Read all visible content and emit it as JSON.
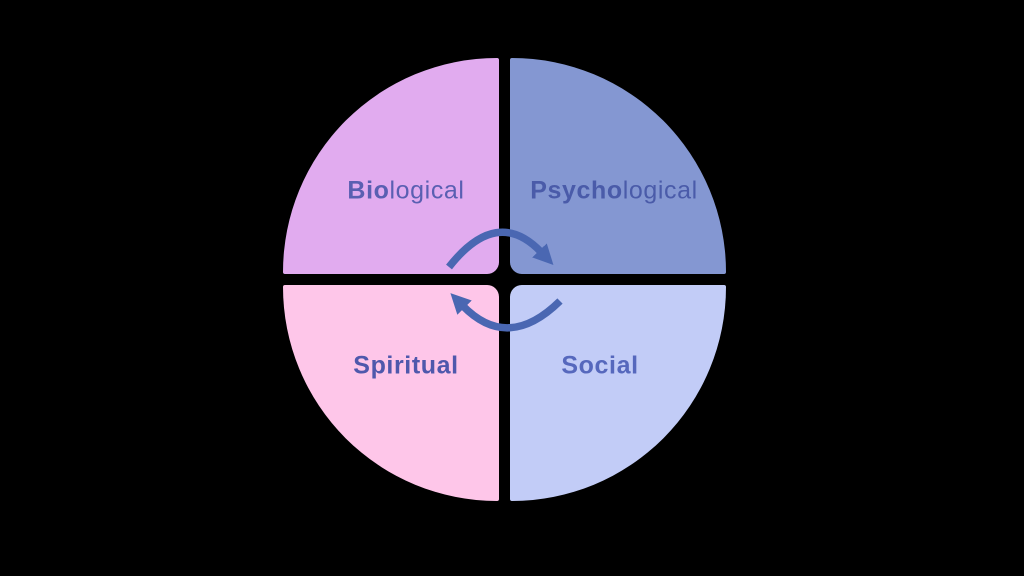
{
  "canvas": {
    "background": "#000000"
  },
  "diagram": {
    "quadrants": [
      {
        "id": "biological",
        "label_bold": "Bio",
        "label_rest": "logical",
        "fill": "#e1abef",
        "text_color": "#5a5fb2"
      },
      {
        "id": "psychological",
        "label_bold": "Psycho",
        "label_rest": "logical",
        "fill": "#8497d2",
        "text_color": "#4a5ba9"
      },
      {
        "id": "spiritual",
        "label_bold": "Spiritual",
        "label_rest": "",
        "fill": "#fec6e9",
        "text_color": "#4f58ac"
      },
      {
        "id": "social",
        "label_bold": "Social",
        "label_rest": "",
        "fill": "#c2ccf7",
        "text_color": "#5668bd"
      }
    ],
    "arrows": {
      "color": "#4a67b2",
      "direction": "clockwise"
    }
  }
}
